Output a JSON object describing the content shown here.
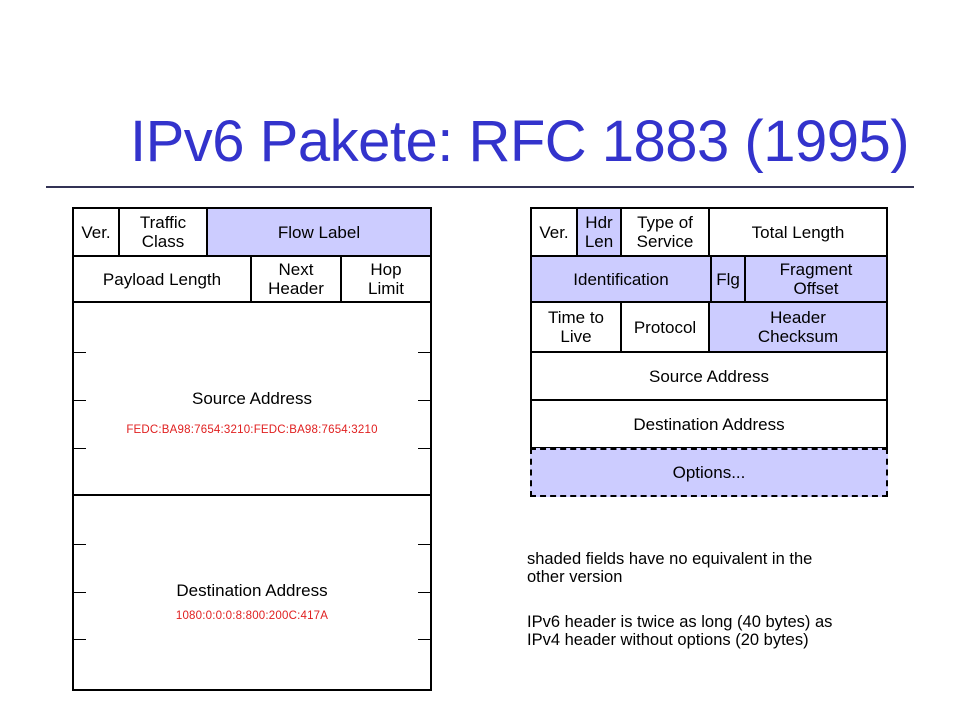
{
  "title": "IPv6 Pakete: RFC 1883 (1995)",
  "ipv6": {
    "version": "Ver.",
    "traffic_class": [
      "Traffic",
      "Class"
    ],
    "flow_label": "Flow Label",
    "payload_length": "Payload Length",
    "next_header": [
      "Next",
      "Header"
    ],
    "hop_limit": [
      "Hop",
      "Limit"
    ],
    "source_address": "Source Address",
    "source_example": "FEDC:BA98:7654:3210:FEDC:BA98:7654:3210",
    "destination_address": "Destination Address",
    "destination_example": "1080:0:0:0:8:800:200C:417A"
  },
  "ipv4": {
    "version": "Ver.",
    "hdr_len": [
      "Hdr",
      "Len"
    ],
    "type_of_service": [
      "Type of",
      "Service"
    ],
    "total_length": "Total Length",
    "identification": "Identification",
    "flags": "Flg",
    "fragment_offset": [
      "Fragment",
      "Offset"
    ],
    "time_to_live": [
      "Time to",
      "Live"
    ],
    "protocol": "Protocol",
    "header_checksum": [
      "Header",
      "Checksum"
    ],
    "source_address": "Source Address",
    "destination_address": "Destination Address",
    "options": "Options..."
  },
  "notes": {
    "shaded_1": "shaded fields have no equivalent in the",
    "shaded_2": "other version",
    "length_1": "IPv6 header is twice as long (40 bytes) as",
    "length_2": "IPv4 header without options (20 bytes)"
  },
  "colors": {
    "title": "#3333cc",
    "shade": "#ccccff",
    "example_text": "#e02020"
  }
}
